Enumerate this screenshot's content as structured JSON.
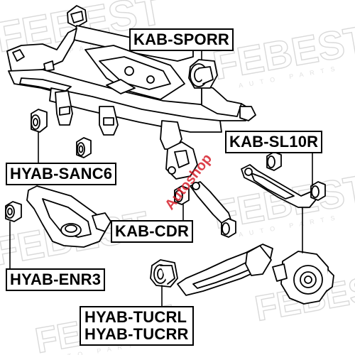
{
  "labels": {
    "kab_sporr": "KAB-SPORR",
    "kab_sl10r": "KAB-SL10R",
    "hyab_sanc6": "HYAB-SANC6",
    "kab_cdr": "KAB-CDR",
    "hyab_enr3": "HYAB-ENR3",
    "hyab_tucrl": "HYAB-TUCRL",
    "hyab_tucrr": "HYAB-TUCRR"
  },
  "watermark": {
    "brand": "FEBEST",
    "tagline": "AUTO PARTS",
    "overlay_logo": "Autoshop"
  },
  "colors": {
    "line": "#000000",
    "watermark": "#d9d9d9",
    "overlay_logo": "#d61e2a"
  }
}
